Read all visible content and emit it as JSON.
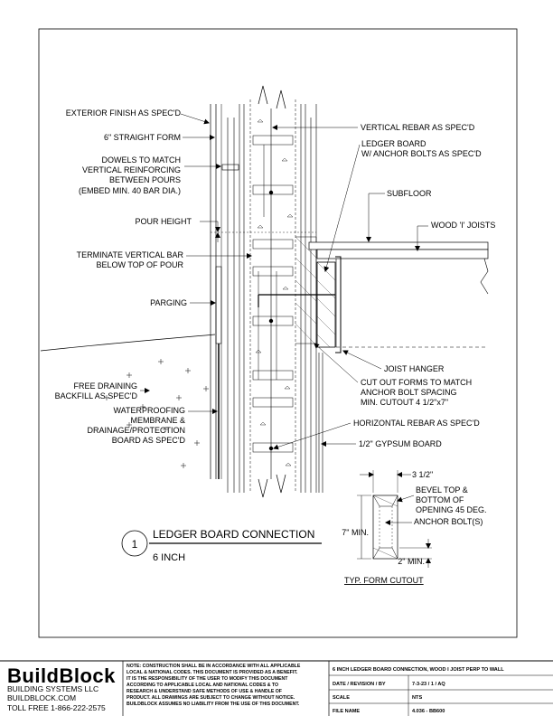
{
  "drawing": {
    "labels_left": {
      "exterior_finish": "EXTERIOR FINISH AS SPEC'D",
      "straight_form": "6\" STRAIGHT FORM",
      "dowels_1": "DOWELS TO MATCH",
      "dowels_2": "VERTICAL REINFORCING",
      "dowels_3": "BETWEEN POURS",
      "dowels_4": "(EMBED MIN. 40 BAR DIA.)",
      "pour_height": "POUR HEIGHT",
      "terminate_1": "TERMINATE VERTICAL BAR",
      "terminate_2": "BELOW TOP OF POUR",
      "parging": "PARGING",
      "free_draining_1": "FREE DRAINING",
      "free_draining_2": "BACKFILL AS SPEC'D",
      "waterproofing_1": "WATERPROOFING",
      "waterproofing_2": "MEMBRANE &",
      "waterproofing_3": "DRAINAGE/PROTECTION",
      "waterproofing_4": "BOARD AS SPEC'D"
    },
    "labels_right": {
      "vertical_rebar": "VERTICAL REBAR AS SPEC'D",
      "ledger_1": "LEDGER BOARD",
      "ledger_2": "W/ ANCHOR BOLTS AS SPEC'D",
      "subfloor": "SUBFLOOR",
      "wood_joists": "WOOD 'I' JOISTS",
      "joist_hanger": "JOIST HANGER",
      "cutout_1": "CUT OUT FORMS TO MATCH",
      "cutout_2": "ANCHOR BOLT SPACING",
      "cutout_3": "MIN. CUTOUT 4 1/2\"x7\"",
      "horizontal_rebar": "HORIZONTAL REBAR AS SPEC'D",
      "gypsum": "1/2\" GYPSUM BOARD"
    },
    "detail": {
      "number": "1",
      "title": "LEDGER BOARD CONNECTION",
      "subtitle": "6 INCH"
    },
    "cutout_detail": {
      "dim_width": "3 1/2\"",
      "bevel_1": "BEVEL TOP &",
      "bevel_2": "BOTTOM OF",
      "bevel_3": "OPENING 45 DEG.",
      "dim_height": "7\" MIN.",
      "anchor_bolts": "ANCHOR BOLT(S)",
      "dim_min": "2\" MIN.",
      "caption": "TYP. FORM CUTOUT"
    }
  },
  "title_block": {
    "brand": "BuildBlock",
    "company": "BUILDING SYSTEMS LLC",
    "website": "BUILDBLOCK.COM",
    "phone": "TOLL FREE 1-866-222-2575",
    "note_lines": [
      "NOTE: CONSTRUCTION SHALL BE IN ACCORDANCE WITH ALL APPLICABLE",
      "LOCAL & NATIONAL CODES. THIS DOCUMENT IS PROVIDED AS A BENEFIT.",
      "IT IS THE RESPONSIBILITY OF THE USER TO MODIFY THIS DOCUMENT",
      "ACCORDING TO APPLICABLE LOCAL AND NATIONAL CODES & TO",
      "RESEARCH & UNDERSTAND SAFE METHODS OF USE & HANDLE OF",
      "PRODUCT. ALL DRAWINGS ARE SUBJECT TO CHANGE WITHOUT NOTICE.",
      "BUILDBLOCK ASSUMES NO LIABILITY FROM THE USE OF THIS DOCUMENT."
    ],
    "drawing_title": "6 INCH LEDGER BOARD CONNECTION, WOOD I JOIST PERP TO WALL",
    "date_label": "DATE / REVISION / BY",
    "date_value": "7-3-23 / 1 / AQ",
    "scale_label": "SCALE",
    "scale_value": "NTS",
    "file_label": "FILE NAME",
    "file_value": "4.036 - BB600"
  }
}
